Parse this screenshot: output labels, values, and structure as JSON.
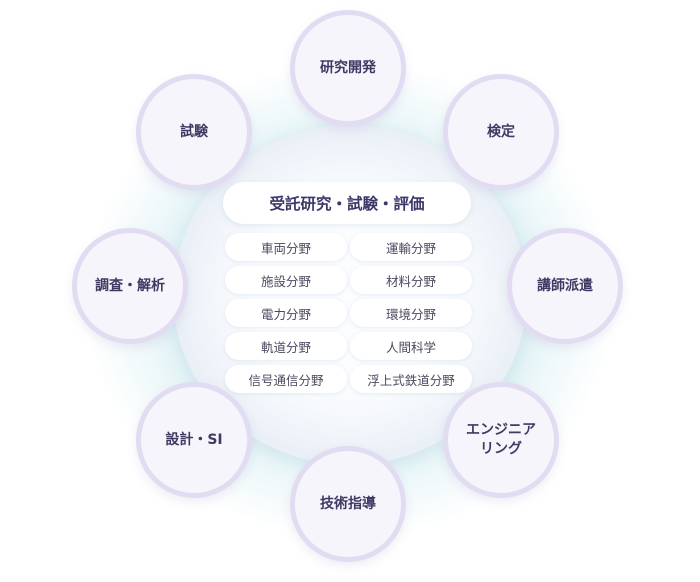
{
  "center": {
    "title": "受託研究・試験・評価",
    "fields": [
      "車両分野",
      "運輸分野",
      "施設分野",
      "材料分野",
      "電力分野",
      "環境分野",
      "軌道分野",
      "人間科学",
      "信号通信分野",
      "浮上式鉄道分野"
    ]
  },
  "nodes": [
    "研究開発",
    "検定",
    "講師派遣",
    "エンジニア\nリング",
    "技術指導",
    "設計・SI",
    "調査・解析",
    "試験"
  ]
}
